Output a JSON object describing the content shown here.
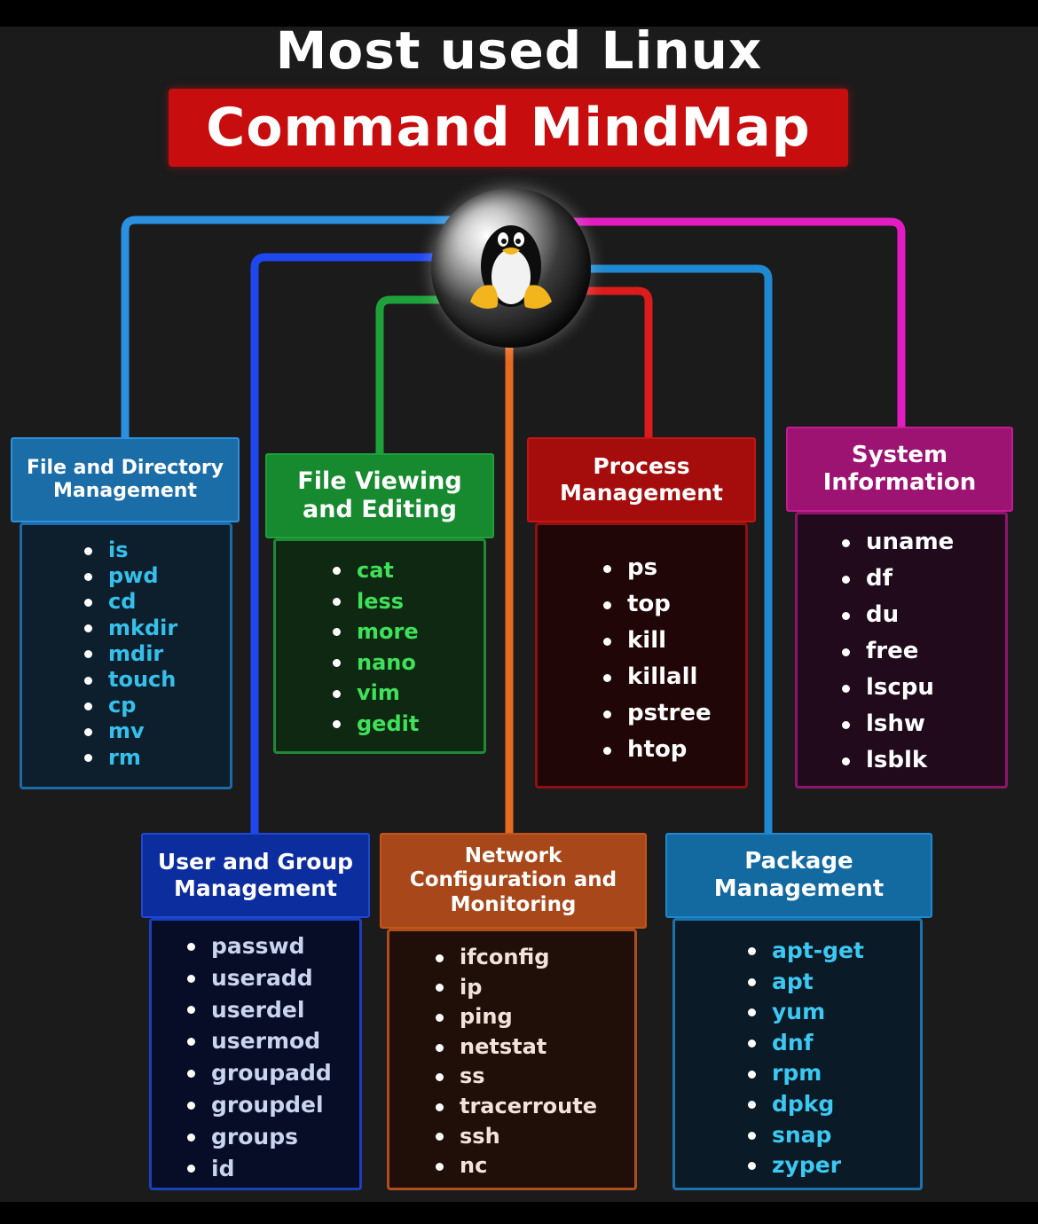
{
  "title": {
    "line1": "Most used Linux",
    "line2": "Command MindMap"
  },
  "hub": {
    "icon": "tux-penguin-icon"
  },
  "colors": {
    "background": "#1b1b1c",
    "title_banner": "#c70d0d",
    "file_directory": "#1f7fbf",
    "file_viewing": "#1ea13a",
    "process": "#b80e0e",
    "system_info": "#b3157f",
    "user_group": "#1f47d6",
    "network": "#c4551a",
    "package": "#1679b5"
  },
  "categories": [
    {
      "id": "file-directory",
      "title": "File and Directory Management",
      "commands": [
        "is",
        "pwd",
        "cd",
        "mkdir",
        "mdir",
        "touch",
        "cp",
        "mv",
        "rm"
      ]
    },
    {
      "id": "file-viewing",
      "title": "File Viewing and Editing",
      "commands": [
        "cat",
        "less",
        "more",
        "nano",
        "vim",
        "gedit"
      ]
    },
    {
      "id": "process",
      "title": "Process Management",
      "commands": [
        "ps",
        "top",
        "kill",
        "killall",
        "pstree",
        "htop"
      ]
    },
    {
      "id": "system-info",
      "title": "System Information",
      "commands": [
        "uname",
        "df",
        "du",
        "free",
        "lscpu",
        "lshw",
        "lsblk"
      ]
    },
    {
      "id": "user-group",
      "title": "User and Group Management",
      "commands": [
        "passwd",
        "useradd",
        "userdel",
        "usermod",
        "groupadd",
        "groupdel",
        "groups",
        "id"
      ]
    },
    {
      "id": "network",
      "title": "Network Configuration and Monitoring",
      "commands": [
        "ifconfig",
        "ip",
        "ping",
        "netstat",
        "ss",
        "tracerroute",
        "ssh",
        "nc"
      ]
    },
    {
      "id": "package",
      "title": "Package Management",
      "commands": [
        "apt-get",
        "apt",
        "yum",
        "dnf",
        "rpm",
        "dpkg",
        "snap",
        "zyper"
      ]
    }
  ]
}
